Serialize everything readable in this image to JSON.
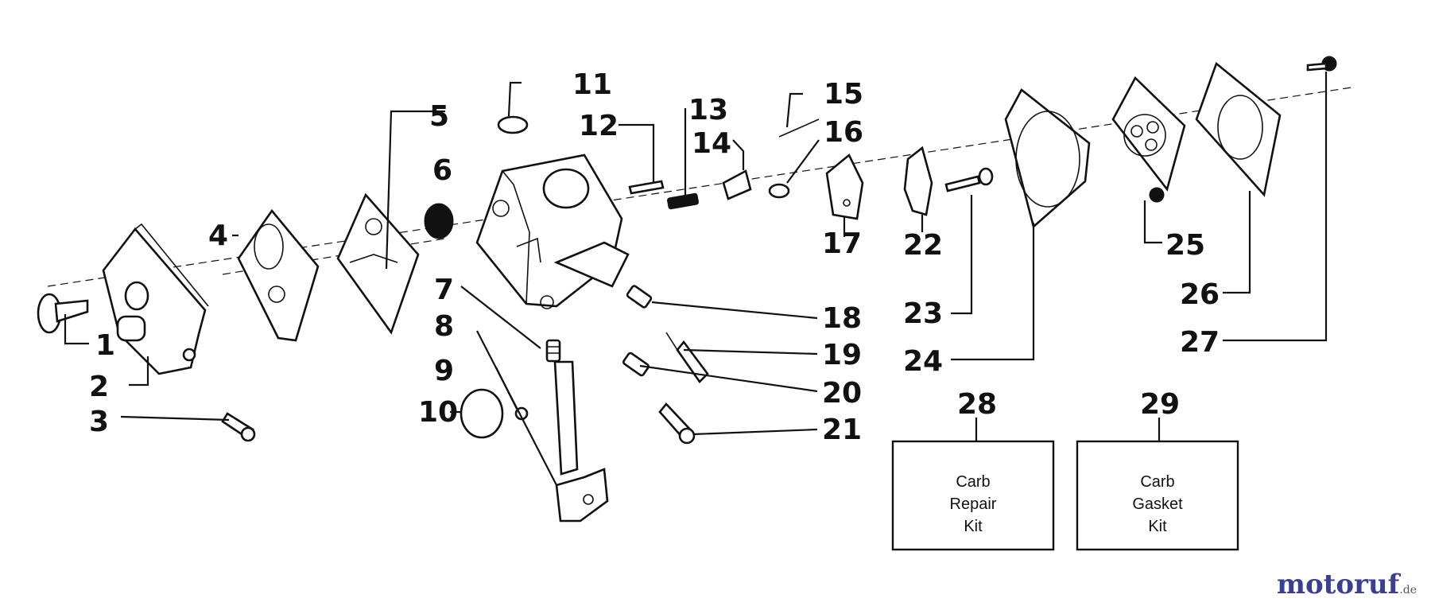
{
  "diagram": {
    "callouts": [
      "1",
      "2",
      "3",
      "4",
      "5",
      "6",
      "7",
      "8",
      "9",
      "10",
      "11",
      "12",
      "13",
      "14",
      "15",
      "16",
      "17",
      "18",
      "19",
      "20",
      "21",
      "22",
      "23",
      "24",
      "25",
      "26",
      "27",
      "28",
      "29"
    ],
    "kits": [
      {
        "number": "28",
        "line1": "Carb",
        "line2": "Repair",
        "line3": "Kit"
      },
      {
        "number": "29",
        "line1": "Carb",
        "line2": "Gasket",
        "line3": "Kit"
      }
    ]
  },
  "watermark": {
    "brand": "motoruf",
    "tld": ".de"
  }
}
